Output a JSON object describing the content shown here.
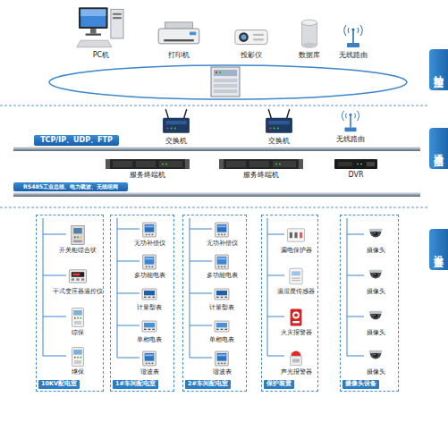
{
  "diagram": {
    "nodes": [
      {
        "text": [
          "PC机"
        ]
      },
      {
        "text": [
          "打印机"
        ]
      },
      {
        "text": [
          "投影仪"
        ]
      },
      {
        "text": [
          "数据库"
        ]
      },
      {
        "text": [
          "无线路由"
        ]
      },
      {
        "text": [
          "站控层"
        ]
      },
      {
        "text": [
          "交换机"
        ]
      },
      {
        "text": [
          "交换机"
        ]
      },
      {
        "text": [
          "无线路由"
        ]
      },
      {
        "text": [
          "通信层"
        ]
      },
      {
        "text": [
          "TCP/IP、UDP、FTP"
        ]
      },
      {
        "text": [
          "服务终端机"
        ]
      },
      {
        "text": [
          "服务终端机"
        ]
      },
      {
        "text": [
          "DVR"
        ]
      },
      {
        "text": [
          "RS485工业总线、电力载波、无线组网"
        ]
      },
      {
        "text": [
          "设备层"
        ]
      },
      {
        "text": [
          "10KV配电室"
        ]
      },
      {
        "text": [
          "开关柜综合状"
        ],
        "in": 16
      },
      {
        "text": [
          "干式变压器温控仪"
        ],
        "in": 16
      },
      {
        "text": [
          "综保"
        ],
        "in": 16
      },
      {
        "text": [
          "继保"
        ],
        "in": 16
      },
      {
        "text": [
          "1#车间配电室"
        ]
      },
      {
        "text": [
          "无功补偿仪"
        ],
        "in": 21
      },
      {
        "text": [
          "多功能电表"
        ],
        "in": 21
      },
      {
        "text": [
          "计量型表"
        ],
        "in": 21
      },
      {
        "text": [
          "单相电表"
        ],
        "in": 21
      },
      {
        "text": [
          "谐波表"
        ],
        "in": 21
      },
      {
        "text": [
          "2#车间配电室"
        ]
      },
      {
        "text": [
          "无功补偿仪"
        ],
        "in": 27
      },
      {
        "text": [
          "多功能电表"
        ],
        "in": 27
      },
      {
        "text": [
          "计量型表"
        ],
        "in": 27
      },
      {
        "text": [
          "单相电表"
        ],
        "in": 27
      },
      {
        "text": [
          "谐波表"
        ],
        "in": 27
      },
      {
        "text": [
          "保护装置"
        ]
      },
      {
        "text": [
          "漏电保护器"
        ],
        "in": 33
      },
      {
        "text": [
          "温湿度传感器"
        ],
        "in": 33
      },
      {
        "text": [
          "火灾报警器"
        ],
        "in": 33
      },
      {
        "text": [
          "声光报警器"
        ],
        "in": 33
      },
      {
        "text": [
          "摄像头设备"
        ]
      },
      {
        "text": [
          "摄像头"
        ],
        "in": 38
      },
      {
        "text": [
          "摄像头"
        ],
        "in": 38
      },
      {
        "text": [
          "摄像头"
        ],
        "in": 38
      },
      {
        "text": [
          "摄像头"
        ],
        "in": 38
      }
    ]
  }
}
